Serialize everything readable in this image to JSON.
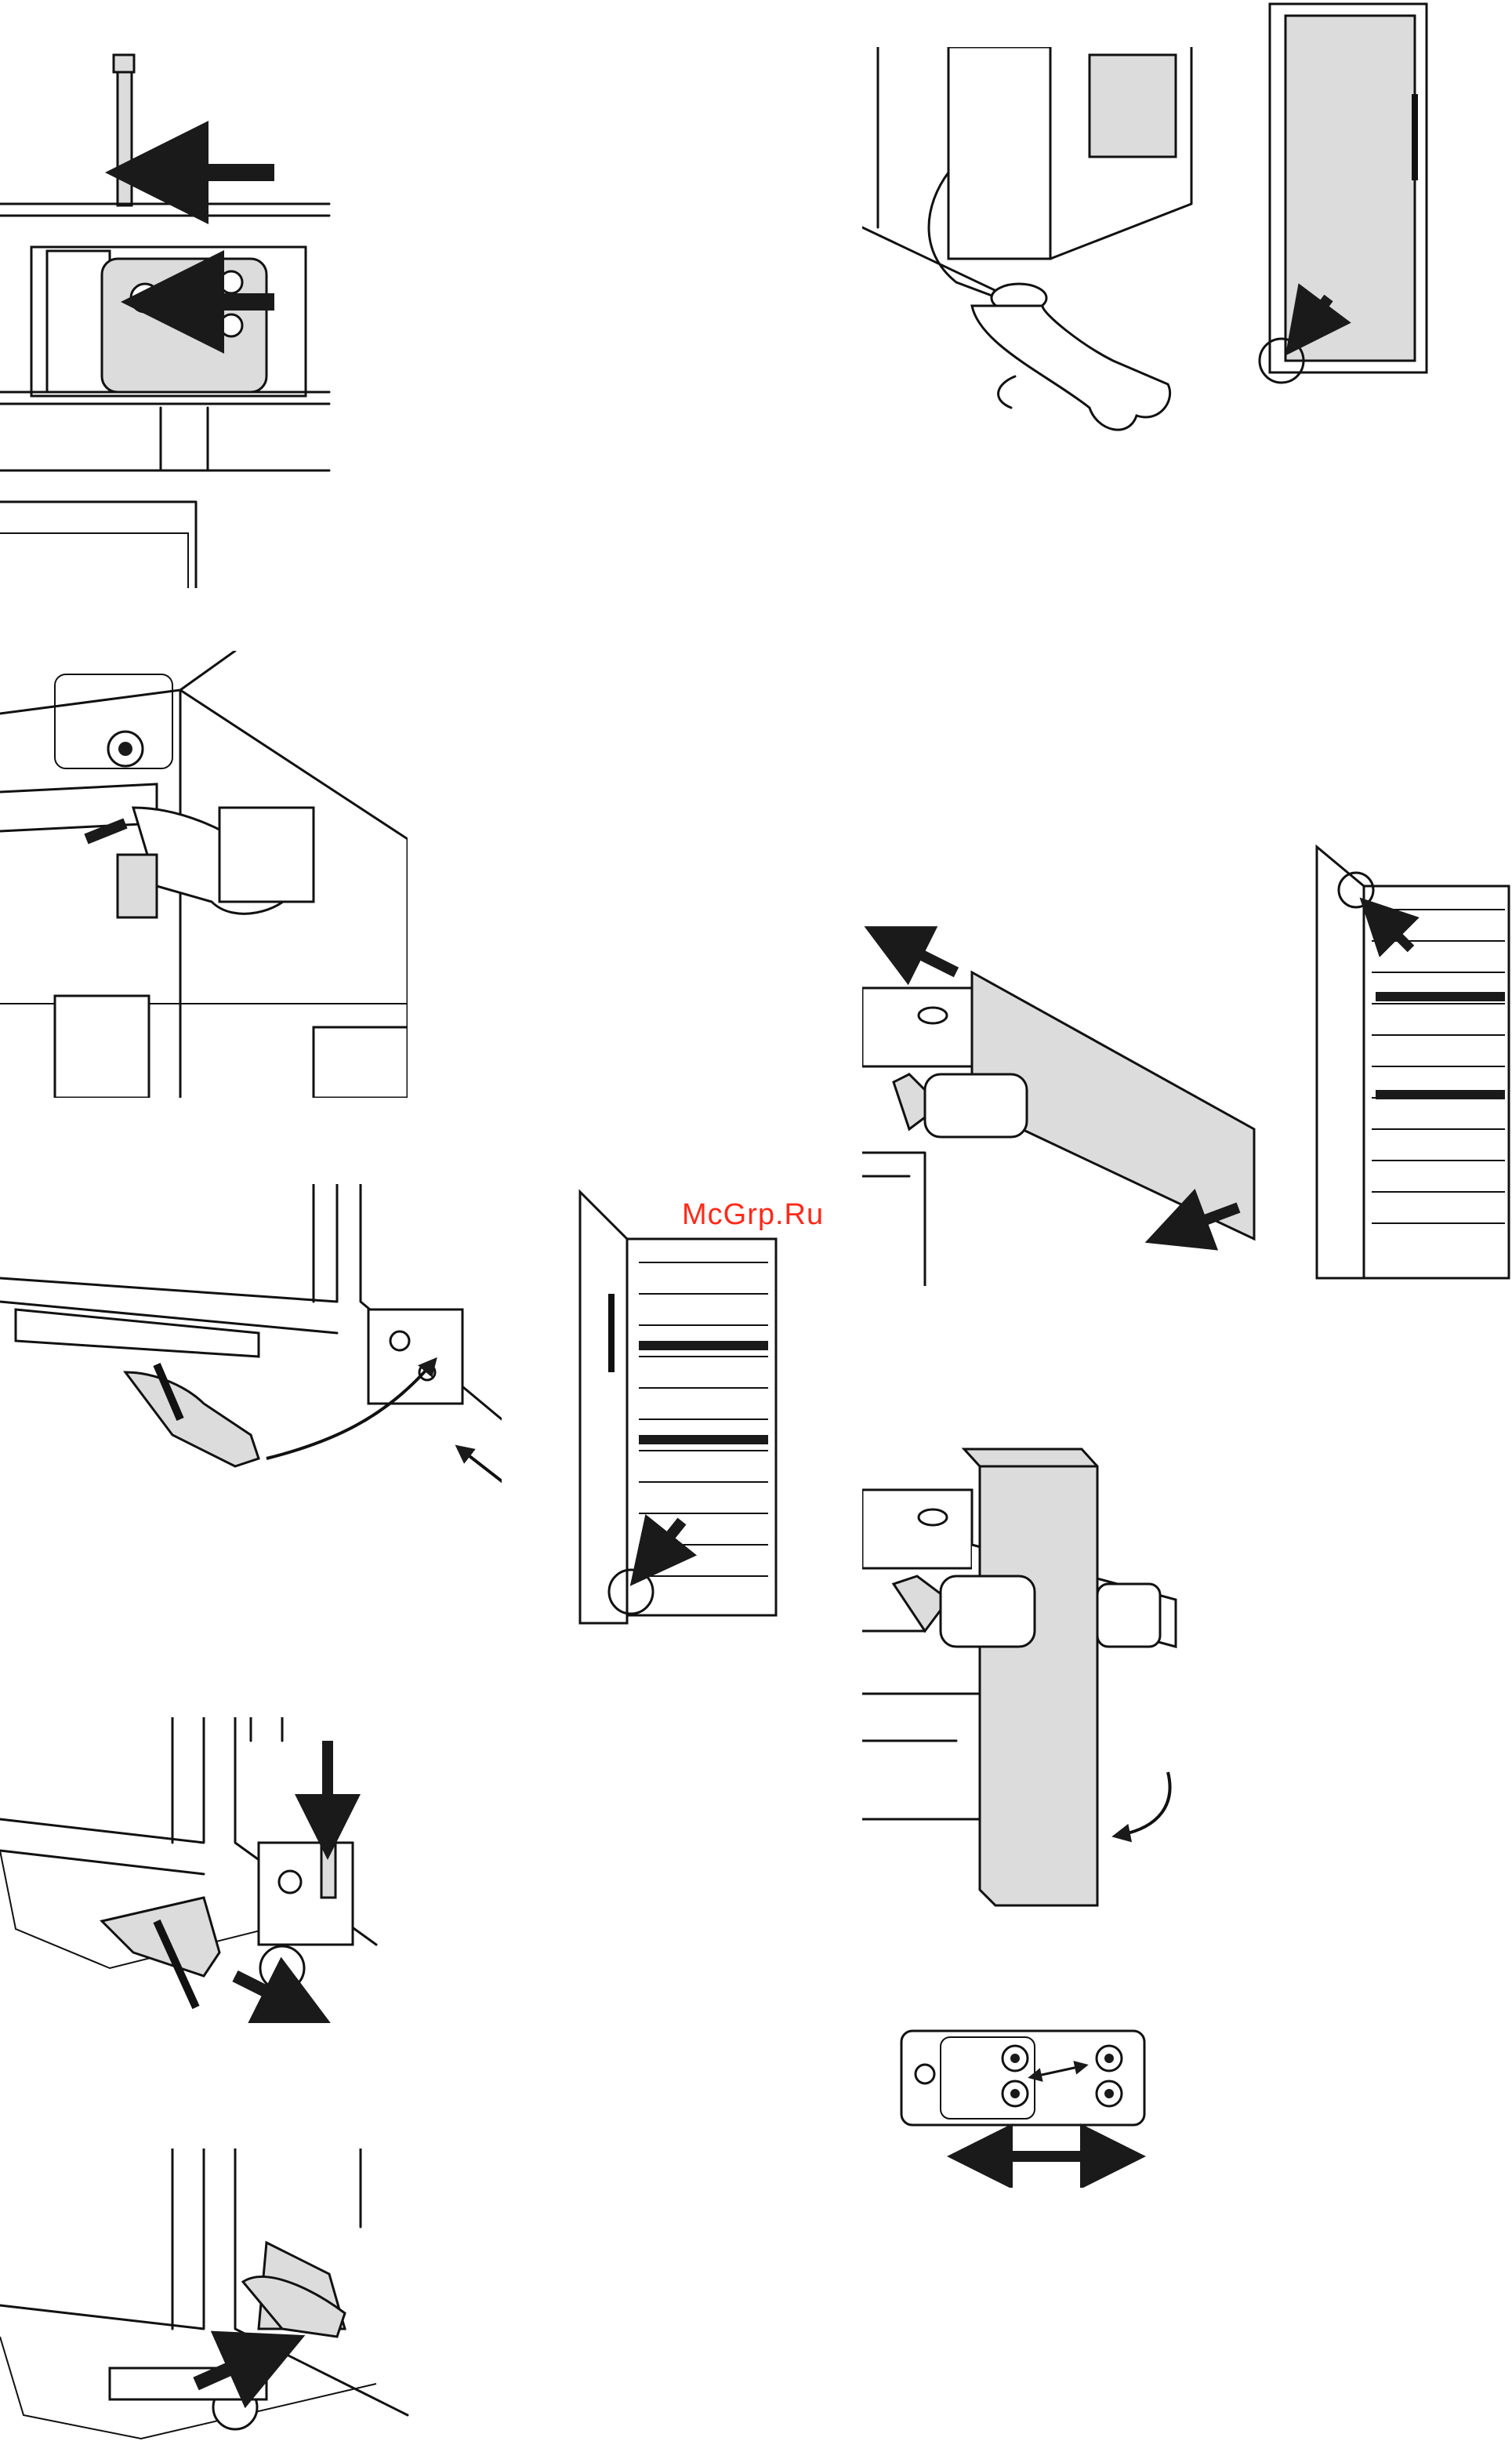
{
  "watermark": {
    "text": "McGrp.Ru",
    "color": "#ff2a1a"
  },
  "colors": {
    "line": "#111111",
    "part_fill": "#dcdcdc",
    "arrow": "#1a1a1a",
    "background": "#ffffff"
  },
  "figures": [
    {
      "id": "fig-hinge-pin-insert",
      "icon": "hinge-pin-diagram"
    },
    {
      "id": "fig-wrench-foot-adjust",
      "icon": "wrench-diagram"
    },
    {
      "id": "fig-fridge-closed-foot-detail",
      "icon": "refrigerator-diagram"
    },
    {
      "id": "fig-top-hinge-screw",
      "icon": "top-hinge-diagram"
    },
    {
      "id": "fig-panel-slide-off",
      "icon": "panel-diagram"
    },
    {
      "id": "fig-open-fridge-top-detail",
      "icon": "refrigerator-diagram"
    },
    {
      "id": "fig-bottom-hinge-swing",
      "icon": "bottom-hinge-diagram"
    },
    {
      "id": "fig-open-fridge-bottom-detail",
      "icon": "refrigerator-diagram"
    },
    {
      "id": "fig-door-cover-fit",
      "icon": "cover-diagram"
    },
    {
      "id": "fig-pin-pull-out",
      "icon": "hinge-pin-diagram"
    },
    {
      "id": "fig-hinge-plate-adjust",
      "icon": "hinge-plate-diagram"
    },
    {
      "id": "fig-hinge-release-lever",
      "icon": "lever-diagram"
    }
  ]
}
